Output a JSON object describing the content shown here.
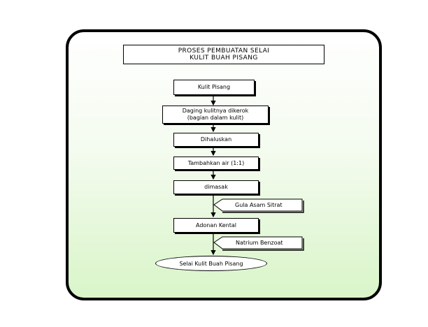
{
  "title": {
    "line1": "PROSES PEMBUATAN SELAI",
    "line2": "KULIT BUAH PISANG"
  },
  "steps": [
    {
      "label": "Kulit Pisang"
    },
    {
      "line1": "Daging kulitnya dikerok",
      "line2": "(bagian dalam kulit)"
    },
    {
      "label": "Dihaluskan"
    },
    {
      "label": "Tambahkan air (1:1)"
    },
    {
      "label": "dimasak"
    },
    {
      "label": "Adonan Kental"
    }
  ],
  "inputs": [
    {
      "label": "Gula Asam Sitrat"
    },
    {
      "label": "Natrium Benzoat"
    }
  ],
  "final": {
    "label": "Selai Kulit Buah Pisang"
  }
}
